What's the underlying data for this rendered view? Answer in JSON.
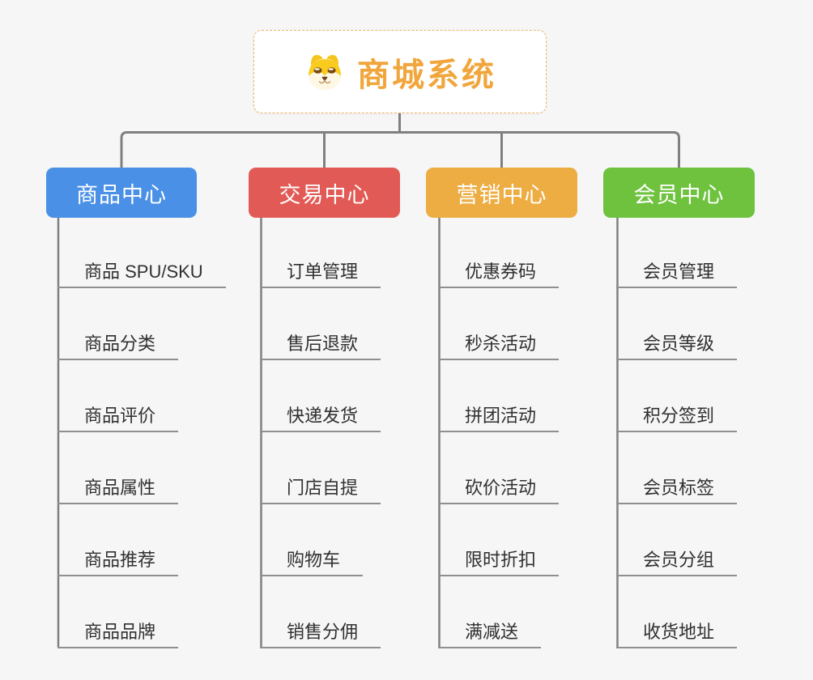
{
  "root": {
    "title": "商城系统",
    "icon": "shiba-dog-icon"
  },
  "branches": [
    {
      "label": "商品中心",
      "color": "#4a90e6",
      "items": [
        "商品 SPU/SKU",
        "商品分类",
        "商品评价",
        "商品属性",
        "商品推荐",
        "商品品牌"
      ]
    },
    {
      "label": "交易中心",
      "color": "#e25a55",
      "items": [
        "订单管理",
        "售后退款",
        "快递发货",
        "门店自提",
        "购物车",
        "销售分佣"
      ]
    },
    {
      "label": "营销中心",
      "color": "#edad43",
      "items": [
        "优惠券码",
        "秒杀活动",
        "拼团活动",
        "砍价活动",
        "限时折扣",
        "满减送"
      ]
    },
    {
      "label": "会员中心",
      "color": "#6ec23e",
      "items": [
        "会员管理",
        "会员等级",
        "积分签到",
        "会员标签",
        "会员分组",
        "收货地址"
      ]
    }
  ],
  "colors": {
    "background": "#f6f6f6",
    "root_accent": "#f0a63c",
    "root_border": "#efb267",
    "connector_line": "#808080",
    "leaf_underline": "#8f8f8f",
    "leaf_text": "#303030"
  }
}
